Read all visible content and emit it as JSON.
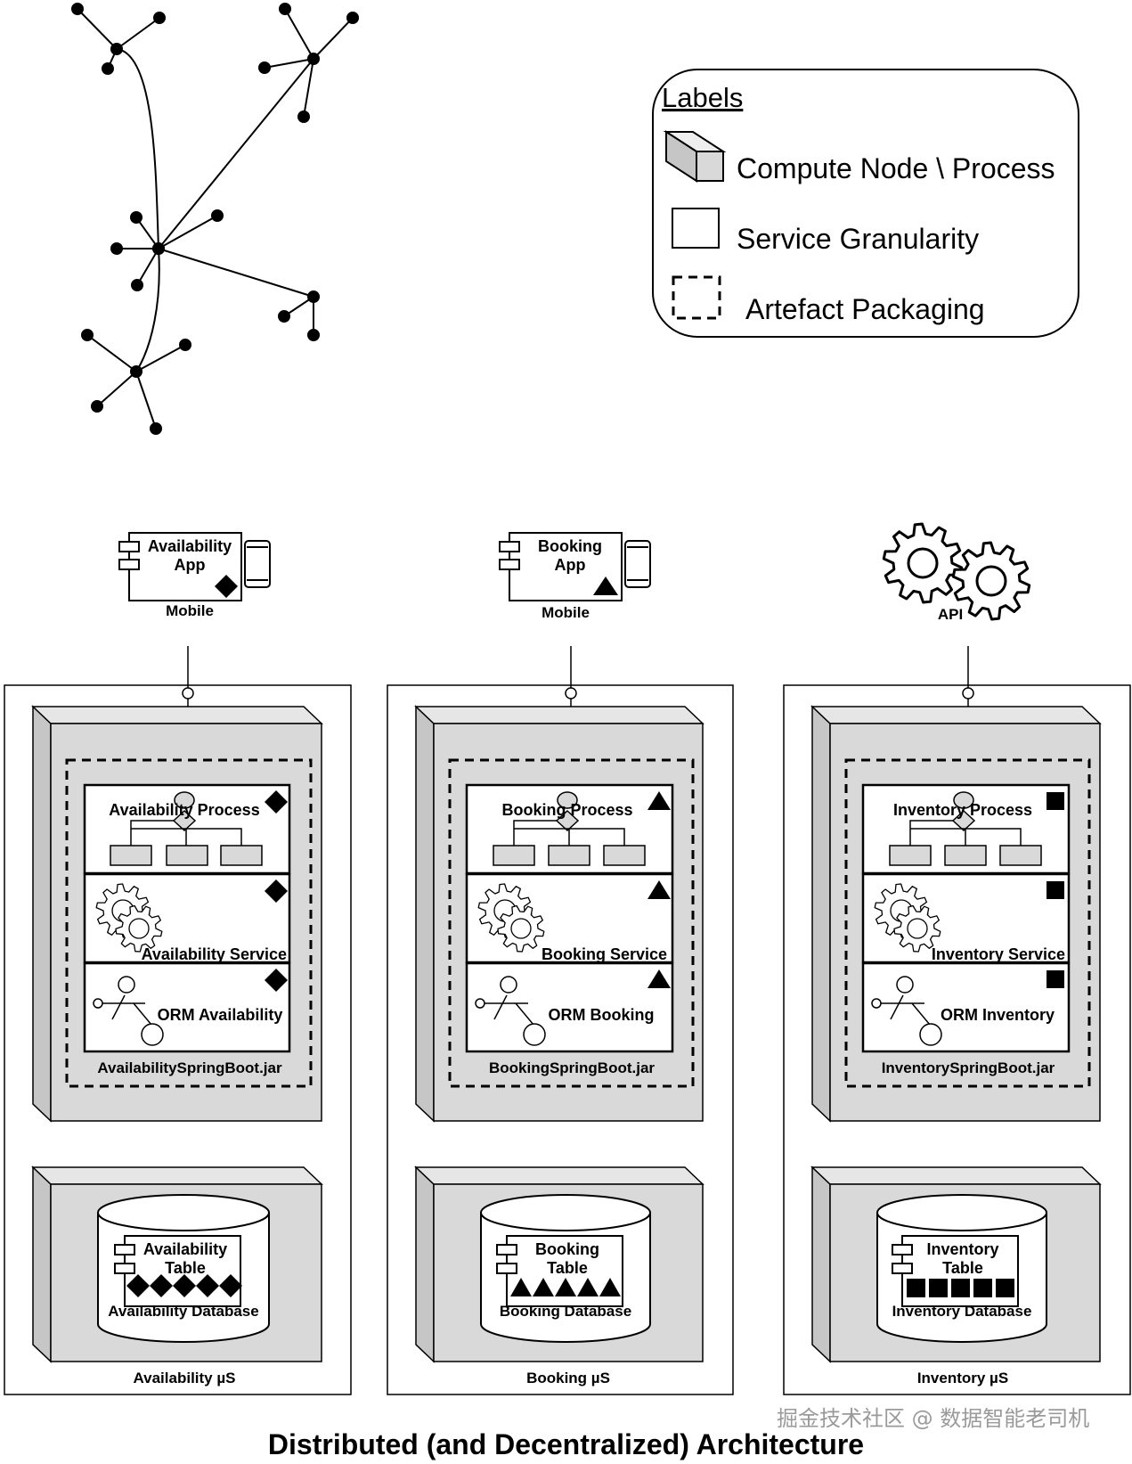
{
  "legend": {
    "title": "Labels",
    "items": [
      {
        "icon": "compute-node-box-icon",
        "label": "Compute Node \\ Process"
      },
      {
        "icon": "solid-rectangle-icon",
        "label": "Service Granularity"
      },
      {
        "icon": "dashed-rectangle-icon",
        "label": "Artefact Packaging"
      }
    ]
  },
  "columns": [
    {
      "client_line1": "Availability",
      "client_line2": "App",
      "client_caption": "Mobile",
      "marker": "diamond",
      "process": "Availability Process",
      "service": "Availability Service",
      "orm": "ORM Availability",
      "jar": "AvailabilitySpringBoot.jar",
      "table_line1": "Availability",
      "table_line2": "Table",
      "database": "Availability Database",
      "micro": "Availability µS"
    },
    {
      "client_line1": "Booking",
      "client_line2": "App",
      "client_caption": "Mobile",
      "marker": "triangle",
      "process": "Booking Process",
      "service": "Booking Service",
      "orm": "ORM Booking",
      "jar": "BookingSpringBoot.jar",
      "table_line1": "Booking",
      "table_line2": "Table",
      "database": "Booking Database",
      "micro": "Booking µS"
    },
    {
      "client_caption": "API",
      "marker": "square",
      "process": "Inventory Process",
      "service": "Inventory Service",
      "orm": "ORM Inventory",
      "jar": "InventorySpringBoot.jar",
      "table_line1": "Inventory",
      "table_line2": "Table",
      "database": "Inventory Database",
      "micro": "Inventory µS"
    }
  ],
  "watermark": "掘金技术社区 @ 数据智能老司机",
  "title": "Distributed (and Decentralized) Architecture",
  "colors": {
    "node_fill": "#d9d9d9",
    "node_side": "#c6c6c6",
    "stroke": "#000000"
  }
}
